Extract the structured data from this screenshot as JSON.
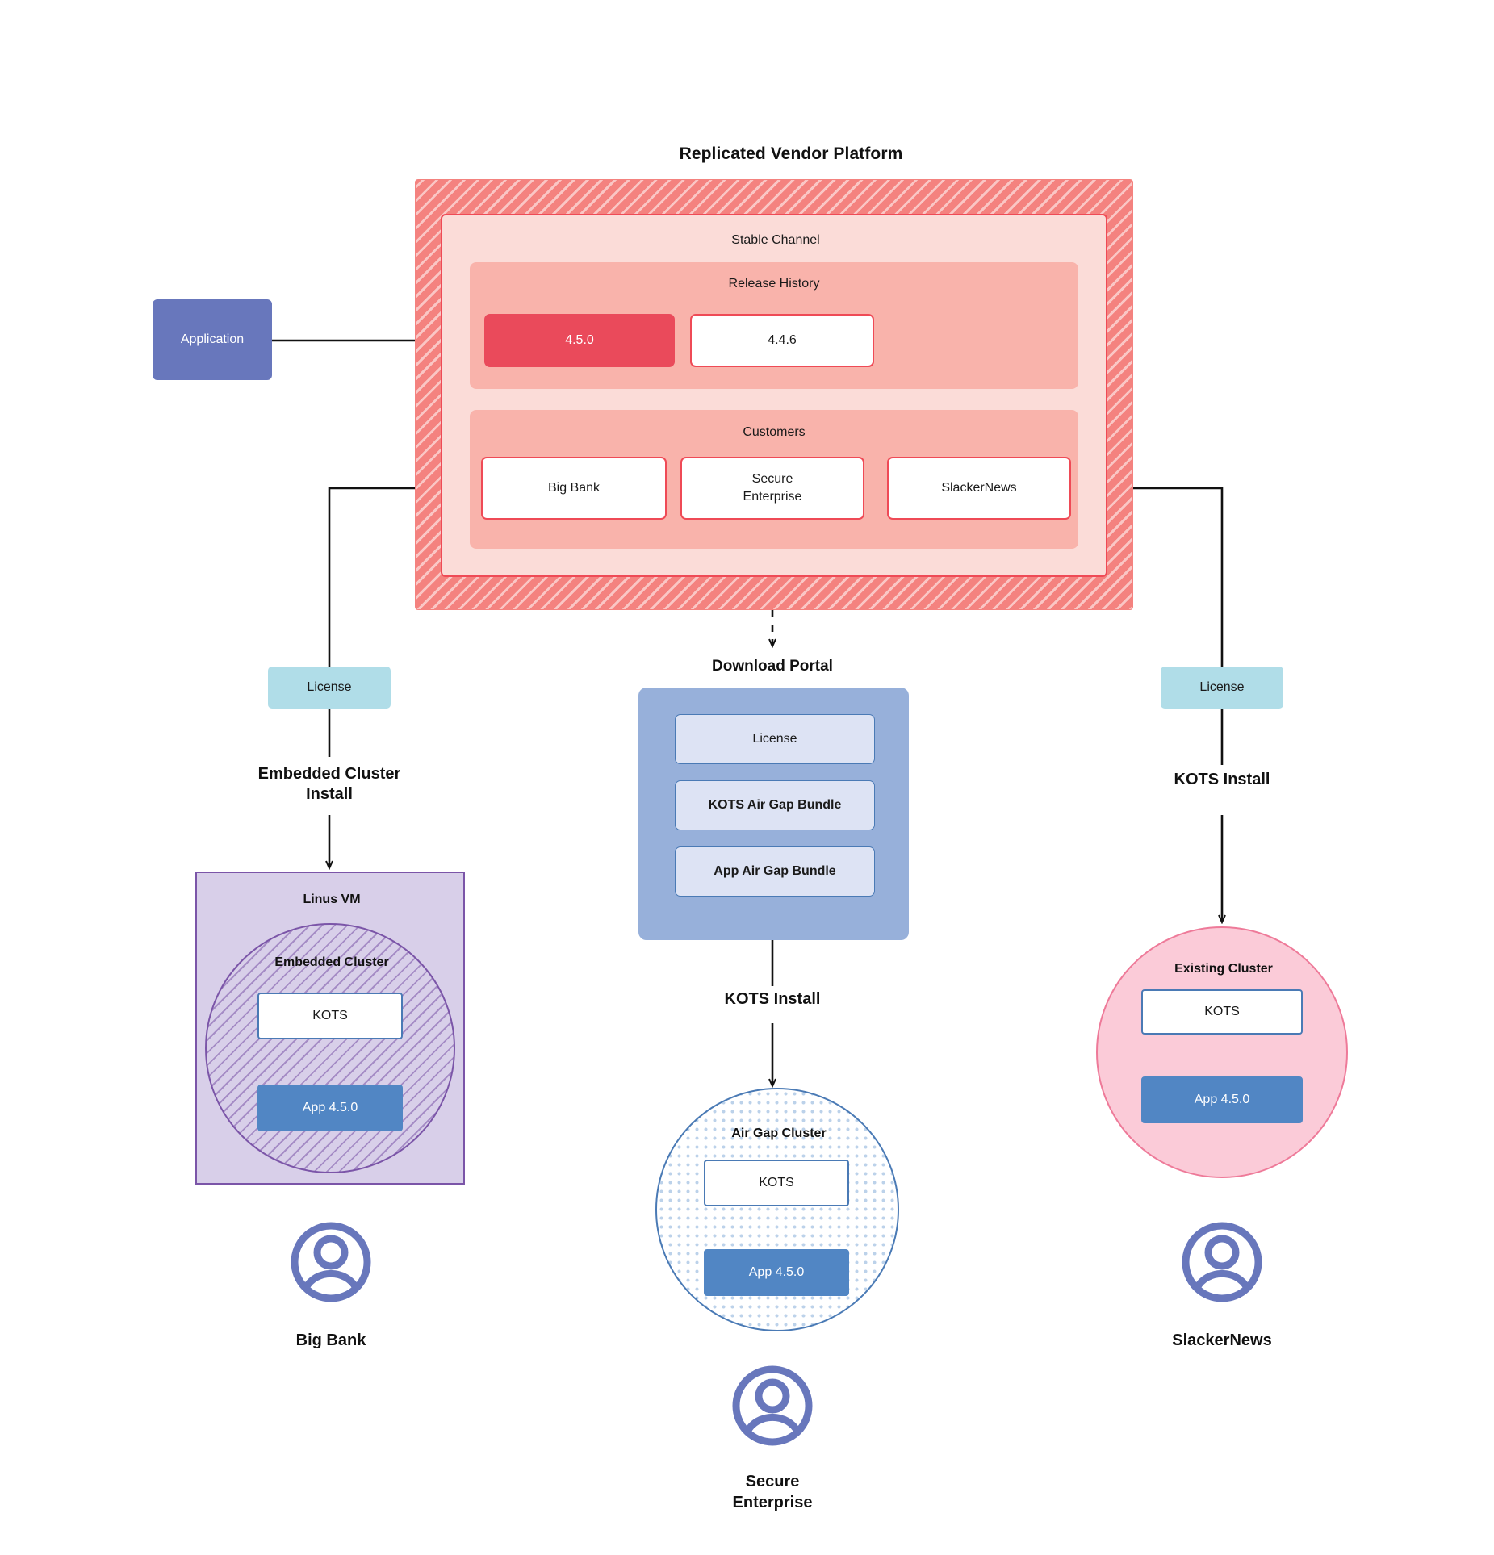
{
  "diagram": {
    "title": "Replicated Vendor Platform",
    "download_portal_title": "Download  Portal"
  },
  "application": {
    "label": "Application"
  },
  "vendor_platform": {
    "stable_channel": {
      "label": "Stable Channel"
    },
    "release_history": {
      "label": "Release History",
      "releases": [
        {
          "version": "4.5.0",
          "state": "current"
        },
        {
          "version": "4.4.6",
          "state": "previous"
        }
      ]
    },
    "customers": {
      "label": "Customers",
      "items": [
        {
          "name": "Big Bank"
        },
        {
          "name": "Secure\nEnterprise"
        },
        {
          "name": "SlackerNews"
        }
      ]
    }
  },
  "licenses": {
    "left": "License",
    "right": "License"
  },
  "install_paths": {
    "left": "Embedded Cluster\nInstall",
    "center": "KOTS Install",
    "right": "KOTS Install"
  },
  "download_portal": {
    "items": [
      {
        "label": "License"
      },
      {
        "label": "KOTS Air Gap Bundle"
      },
      {
        "label": "App Air Gap Bundle"
      }
    ]
  },
  "targets": {
    "left": {
      "host_label": "Linus VM",
      "cluster_label": "Embedded Cluster",
      "kots_label": "KOTS",
      "app_label": "App 4.5.0",
      "customer_label": "Big Bank"
    },
    "center": {
      "cluster_label": "Air Gap Cluster",
      "kots_label": "KOTS",
      "app_label": "App 4.5.0",
      "customer_label": "Secure\nEnterprise"
    },
    "right": {
      "cluster_label": "Existing Cluster",
      "kots_label": "KOTS",
      "app_label": "App 4.5.0",
      "customer_label": "SlackerNews"
    }
  },
  "icons": {
    "customer_avatar": "user-avatar-icon"
  },
  "colors": {
    "platform_hatch": "#f4827f",
    "stable_channel": "#fbdcd8",
    "subpanel": "#f9b3ab",
    "release_current": "#ea4a5b",
    "release_border": "#ef4a56",
    "application": "#6877bc",
    "license": "#b0dde8",
    "portal": "#97b0da",
    "portal_item": "#dde3f4",
    "vm": "#d8cfe9",
    "vm_border": "#7b55a8",
    "cluster_blue": "#4a7ab5",
    "app_version": "#5186c4",
    "existing_cluster": "#fbcbd8",
    "existing_cluster_border": "#ee7a99",
    "avatar": "#6877bc"
  }
}
